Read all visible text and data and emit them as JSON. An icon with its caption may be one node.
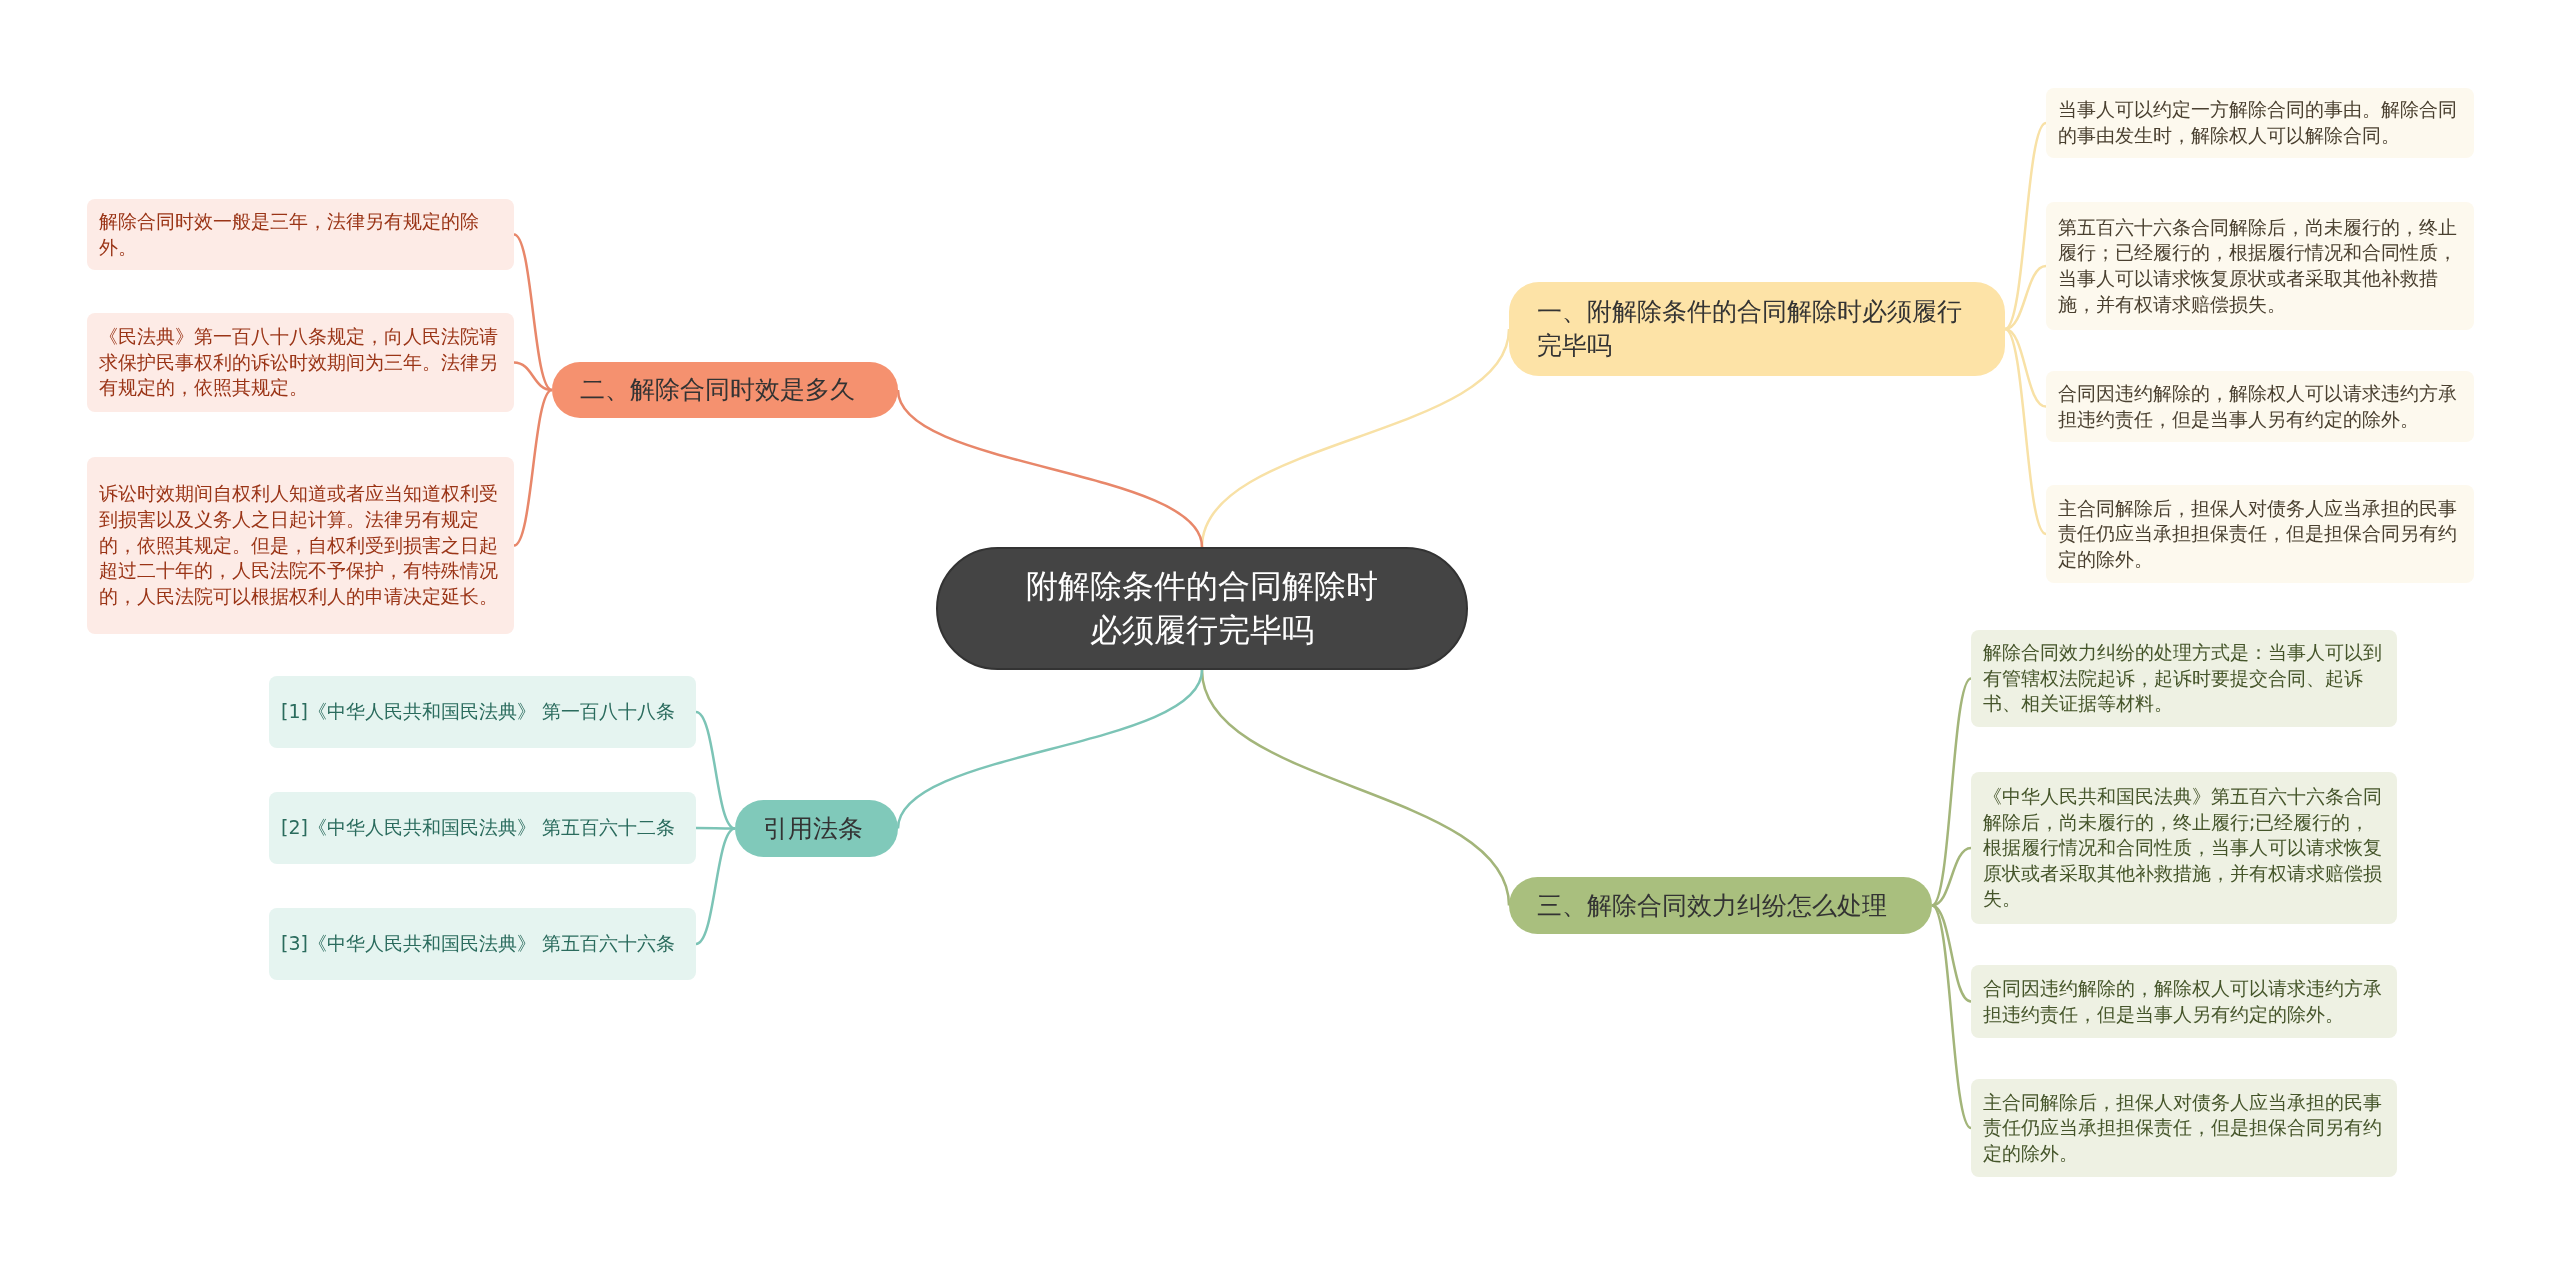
{
  "diagram": {
    "nodes": [
      {
        "text": [
          "附解除条件的合同解除时必须履行完毕吗"
        ]
      },
      {
        "text": [
          "一、附解除条件的合同解除时必须履行完毕吗"
        ]
      },
      {
        "text": [
          "当事人可以约定一方解除合同的事由。解除合同的事由发生时，解除权人可以解除合同。"
        ]
      },
      {
        "text": [
          "第五百六十六条合同解除后，尚未履行的，终止履行；已经履行的，根据履行情况和合同性质，当事人可以请求恢复原状或者采取其他补救措施，并有权请求赔偿损失。"
        ]
      },
      {
        "text": [
          "合同因违约解除的，解除权人可以请求违约方承担违约责任，但是当事人另有约定的除外。"
        ]
      },
      {
        "text": [
          "主合同解除后，担保人对债务人应当承担的民事责任仍应当承担担保责任，但是担保合同另有约定的除外。"
        ]
      },
      {
        "text": [
          "二、解除合同时效是多久"
        ]
      },
      {
        "text": [
          "解除合同时效一般是三年，法律另有规定的除外。"
        ]
      },
      {
        "text": [
          "《民法典》第一百八十八条规定，向人民法院请求保护民事权利的诉讼时效期间为三年。法律另有规定的，依照其规定。"
        ]
      },
      {
        "text": [
          "诉讼时效期间自权利人知道或者应当知道权利受到损害以及义务人之日起计算。法律另有规定的，依照其规定。但是，自权利受到损害之日起超过二十年的，人民法院不予保护，有特殊情况的，人民法院可以根据权利人的申请决定延长。"
        ]
      },
      {
        "text": [
          "三、解除合同效力纠纷怎么处理"
        ]
      },
      {
        "text": [
          "解除合同效力纠纷的处理方式是：当事人可以到有管辖权法院起诉，起诉时要提交合同、起诉书、相关证据等材料。"
        ]
      },
      {
        "text": [
          "《中华人民共和国民法典》第五百六十六条合同解除后，尚未履行的，终止履行;已经履行的，根据履行情况和合同性质，当事人可以请求恢复原状或者采取其他补救措施，并有权请求赔偿损失。"
        ]
      },
      {
        "text": [
          "合同因违约解除的，解除权人可以请求违约方承担违约责任，但是当事人另有约定的除外。"
        ]
      },
      {
        "text": [
          "主合同解除后，担保人对债务人应当承担的民事责任仍应当承担担保责任，但是担保合同另有约定的除外。"
        ]
      },
      {
        "text": [
          "引用法条"
        ]
      },
      {
        "text": [
          "[1]《中华人民共和国民法典》 第一百八十八条"
        ]
      },
      {
        "text": [
          "[2]《中华人民共和国民法典》 第五百六十二条"
        ]
      },
      {
        "text": [
          "[3]《中华人民共和国民法典》 第五百六十六条"
        ]
      }
    ],
    "edges": [
      {
        "from": 0,
        "to": 1,
        "arrow": "none",
        "color": "#f8e1a6"
      },
      {
        "from": 1,
        "to": 2,
        "arrow": "none",
        "color": "#f8e1a6"
      },
      {
        "from": 1,
        "to": 3,
        "arrow": "none",
        "color": "#f8e1a6"
      },
      {
        "from": 1,
        "to": 4,
        "arrow": "none",
        "color": "#f8e1a6"
      },
      {
        "from": 1,
        "to": 5,
        "arrow": "none",
        "color": "#f8e1a6"
      },
      {
        "from": 0,
        "to": 6,
        "arrow": "none",
        "color": "#e8876a"
      },
      {
        "from": 6,
        "to": 7,
        "arrow": "none",
        "color": "#e8876a"
      },
      {
        "from": 6,
        "to": 8,
        "arrow": "none",
        "color": "#e8876a"
      },
      {
        "from": 6,
        "to": 9,
        "arrow": "none",
        "color": "#e8876a"
      },
      {
        "from": 0,
        "to": 10,
        "arrow": "none",
        "color": "#a3b57a"
      },
      {
        "from": 10,
        "to": 11,
        "arrow": "none",
        "color": "#a3b57a"
      },
      {
        "from": 10,
        "to": 12,
        "arrow": "none",
        "color": "#a3b57a"
      },
      {
        "from": 10,
        "to": 13,
        "arrow": "none",
        "color": "#a3b57a"
      },
      {
        "from": 10,
        "to": 14,
        "arrow": "none",
        "color": "#a3b57a"
      },
      {
        "from": 0,
        "to": 15,
        "arrow": "none",
        "color": "#7cc4b6"
      },
      {
        "from": 15,
        "to": 16,
        "arrow": "none",
        "color": "#7cc4b6"
      },
      {
        "from": 15,
        "to": 17,
        "arrow": "none",
        "color": "#7cc4b6"
      },
      {
        "from": 15,
        "to": 18,
        "arrow": "none",
        "color": "#7cc4b6"
      }
    ]
  }
}
